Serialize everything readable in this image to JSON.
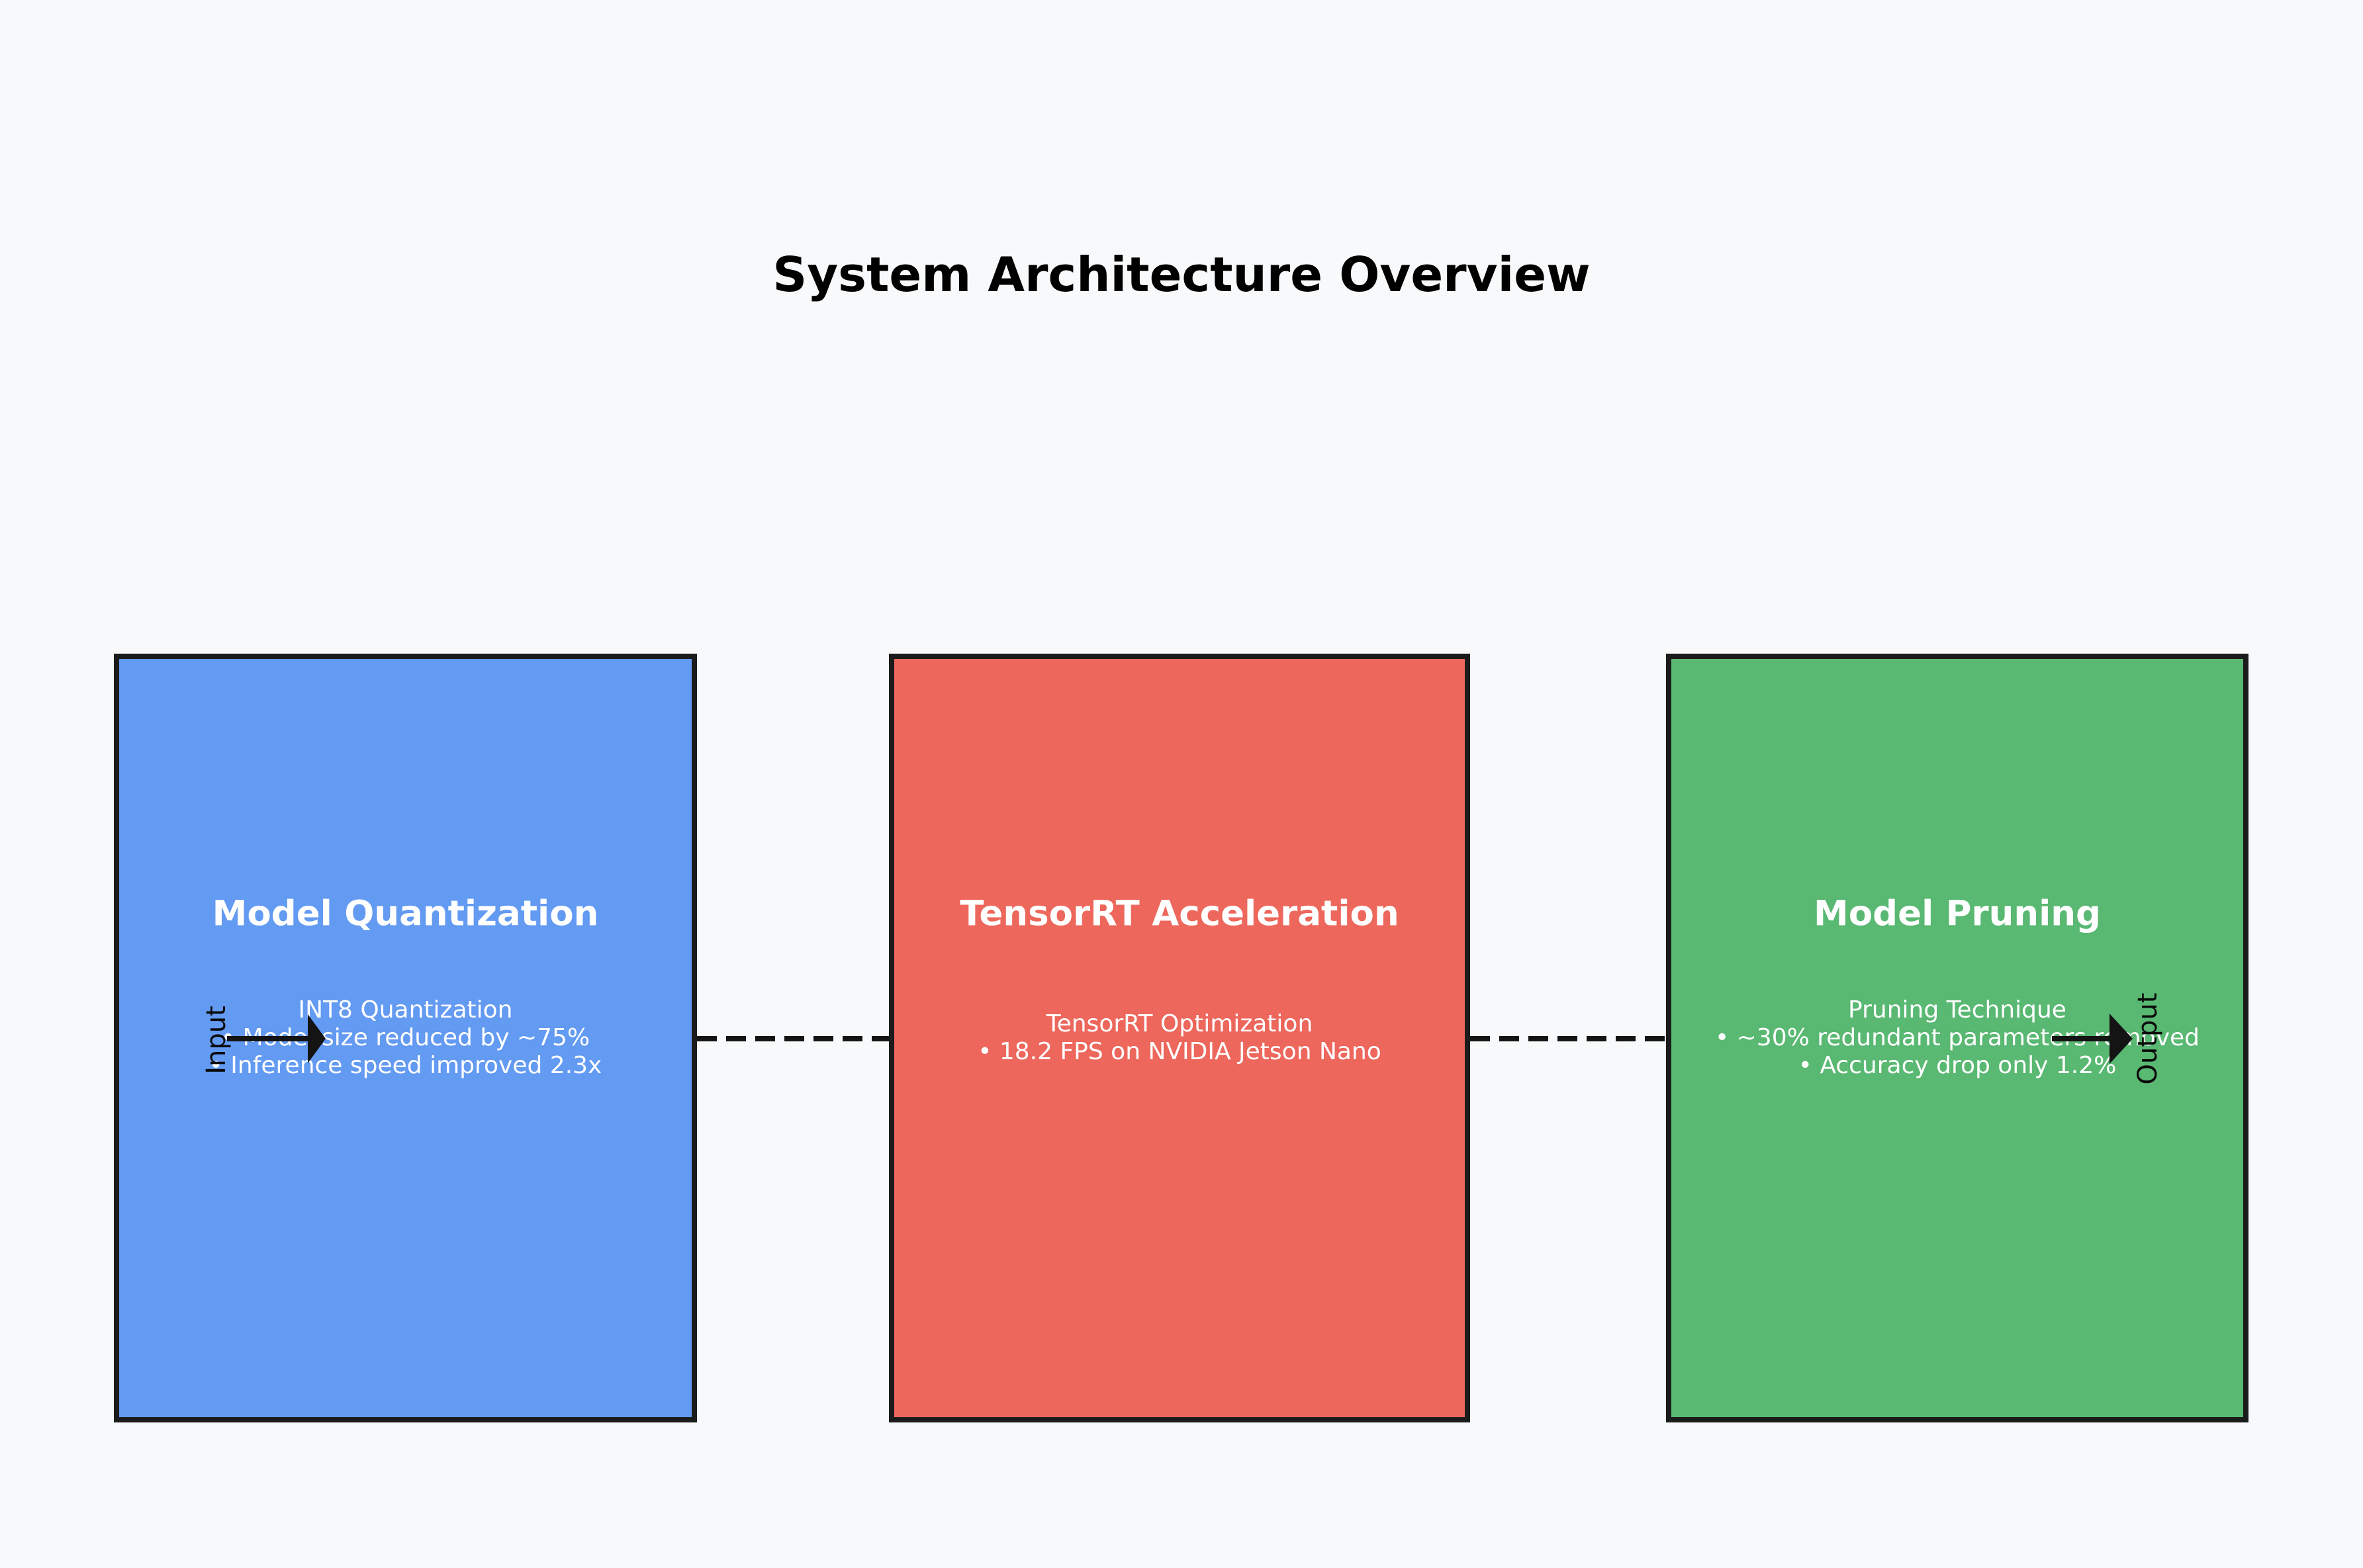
{
  "page": {
    "title": "System Architecture Overview",
    "background_color": "#f8f9fa",
    "border_color": "#1b1b1b",
    "connector_color": "#141414",
    "box_text_color": "#ffffff"
  },
  "boxes": [
    {
      "id": "model-quantization",
      "title": "Model Quantization",
      "color": "#639af2",
      "lines": [
        "INT8 Quantization",
        "• Model size reduced by ~75%",
        "• Inference speed improved 2.3x"
      ]
    },
    {
      "id": "tensorrt-acceleration",
      "title": "TensorRT Acceleration",
      "color": "#ed675c",
      "lines": [
        "TensorRT Optimization",
        "• 18.2 FPS on NVIDIA Jetson Nano"
      ]
    },
    {
      "id": "model-pruning",
      "title": "Model Pruning",
      "color": "#59b872",
      "lines": [
        "Pruning Technique",
        "• ~30% redundant parameters removed",
        "• Accuracy drop only 1.2%"
      ]
    }
  ],
  "flow": {
    "input_label": "Input",
    "output_label": "Output"
  }
}
